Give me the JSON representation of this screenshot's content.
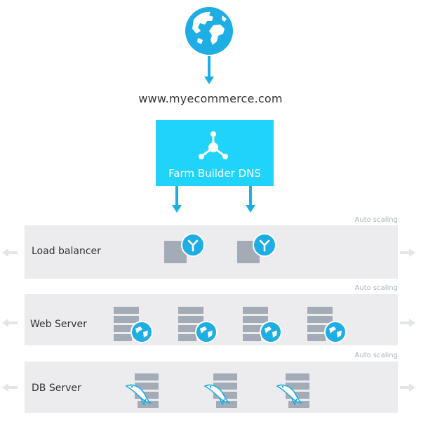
{
  "domain_text": "www.myecommerce.com",
  "dns": {
    "label": "Farm Builder DNS"
  },
  "tiers": [
    {
      "label": "Load balancer",
      "scaling": "Auto scaling"
    },
    {
      "label": "Web Server",
      "scaling": "Auto scaling"
    },
    {
      "label": "DB Server",
      "scaling": "Auto scaling"
    }
  ],
  "colors": {
    "accent": "#1eaee4",
    "dns_box": "#1fd3fb",
    "band": "#ececee",
    "node_gray": "#a3abb7"
  },
  "icons": {
    "internet": "globe-icon",
    "dns": "network-node-icon",
    "load_balancer": "load-balancer-icon",
    "web_server": "server-globe-icon",
    "db_server": "server-dolphin-icon"
  }
}
